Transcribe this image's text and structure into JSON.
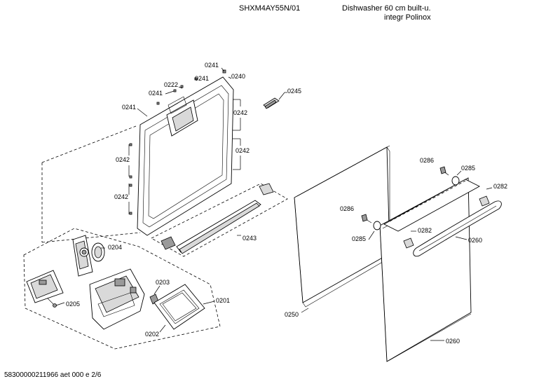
{
  "header": {
    "model": "SHXM4AY55N/01",
    "description_line1": "Dishwasher 60 cm built-u.",
    "description_line2": "integr Polinox"
  },
  "footer": {
    "doc_id": "58300000211966 aet 000 e 2/6"
  },
  "labels": {
    "l0241_top": "0241",
    "l0241_b": "0241",
    "l0222": "0222",
    "l0241_c": "0241",
    "l0240": "0240",
    "l0241_left": "0241",
    "l0245": "0245",
    "l0242_r1": "0242",
    "l0242_r2": "0242",
    "l0242_l1": "0242",
    "l0242_l2": "0242",
    "l0243": "0243",
    "l0204": "0204",
    "l0203": "0203",
    "l0201": "0201",
    "l0205": "0205",
    "l0202": "0202",
    "l0250": "0250",
    "l0286_a": "0286",
    "l0285_a": "0285",
    "l0282_a": "0282",
    "l0286_b": "0286",
    "l0285_b": "0285",
    "l0282_b": "0282",
    "l0260_a": "0260",
    "l0260_b": "0260"
  }
}
